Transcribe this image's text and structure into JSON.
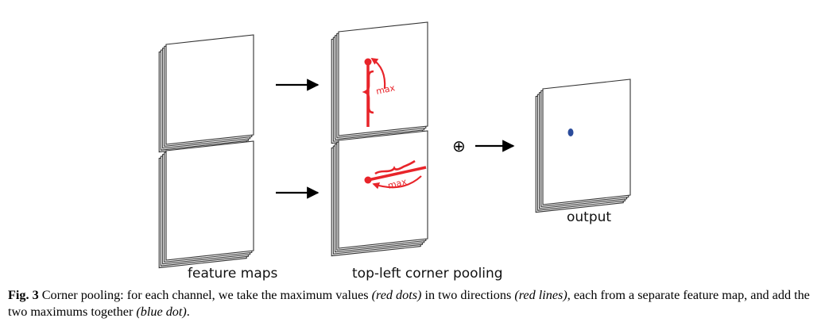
{
  "figure": {
    "labels": {
      "feature_maps": "feature maps",
      "pooling": "top-left corner pooling",
      "output": "output",
      "max_top": "max",
      "max_bottom": "max",
      "plus_symbol": "⊕"
    },
    "colors": {
      "red": "#e8242a",
      "blue": "#2b4c9b",
      "stroke": "#333333",
      "arrow": "#000000"
    }
  },
  "caption": {
    "fig_label": "Fig. 3",
    "t1": " Corner pooling: for each channel, we take the maximum values ",
    "i1": "(red dots)",
    "t2": " in two directions ",
    "i2": "(red lines)",
    "t3": ", each from a separate feature map, and add the two maximums together ",
    "i3": "(blue dot)",
    "t4": "."
  }
}
